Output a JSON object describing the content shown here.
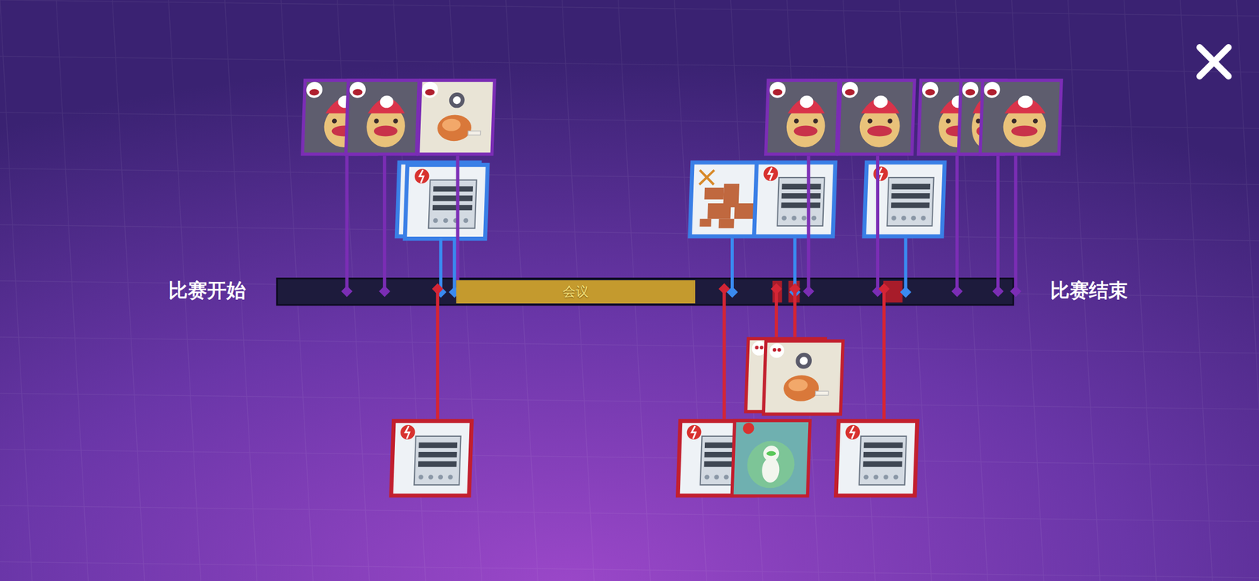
{
  "diagram": {
    "nodes": [
      {
        "text": [
          "会议"
        ]
      }
    ],
    "labels": [
      "比赛开始",
      "比赛结束"
    ]
  }
}
